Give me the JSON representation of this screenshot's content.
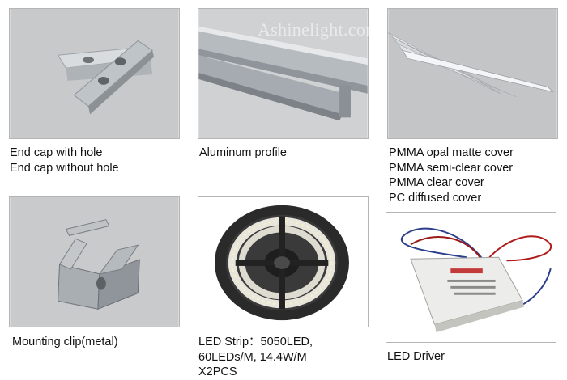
{
  "watermark": "Ashinelight.com",
  "items": [
    {
      "lines": [
        "End cap with hole",
        "End cap without hole"
      ]
    },
    {
      "lines": [
        "Aluminum profile"
      ]
    },
    {
      "lines": [
        "PMMA opal matte cover",
        "PMMA semi-clear cover",
        "PMMA clear cover",
        "PC diffused cover"
      ]
    },
    {
      "lines": [
        "Mounting clip(metal)"
      ]
    },
    {
      "lines": [
        "LED Strip：5050LED,",
        "60LEDs/M,  14.4W/M",
        "X2PCS"
      ]
    },
    {
      "lines": [
        "LED Driver"
      ]
    }
  ],
  "colors": {
    "photo_bg": "#c9cbcd",
    "metal": "#aeb3b8",
    "strip_dark": "#2a2a2a",
    "driver_body": "#e8e8e4"
  }
}
